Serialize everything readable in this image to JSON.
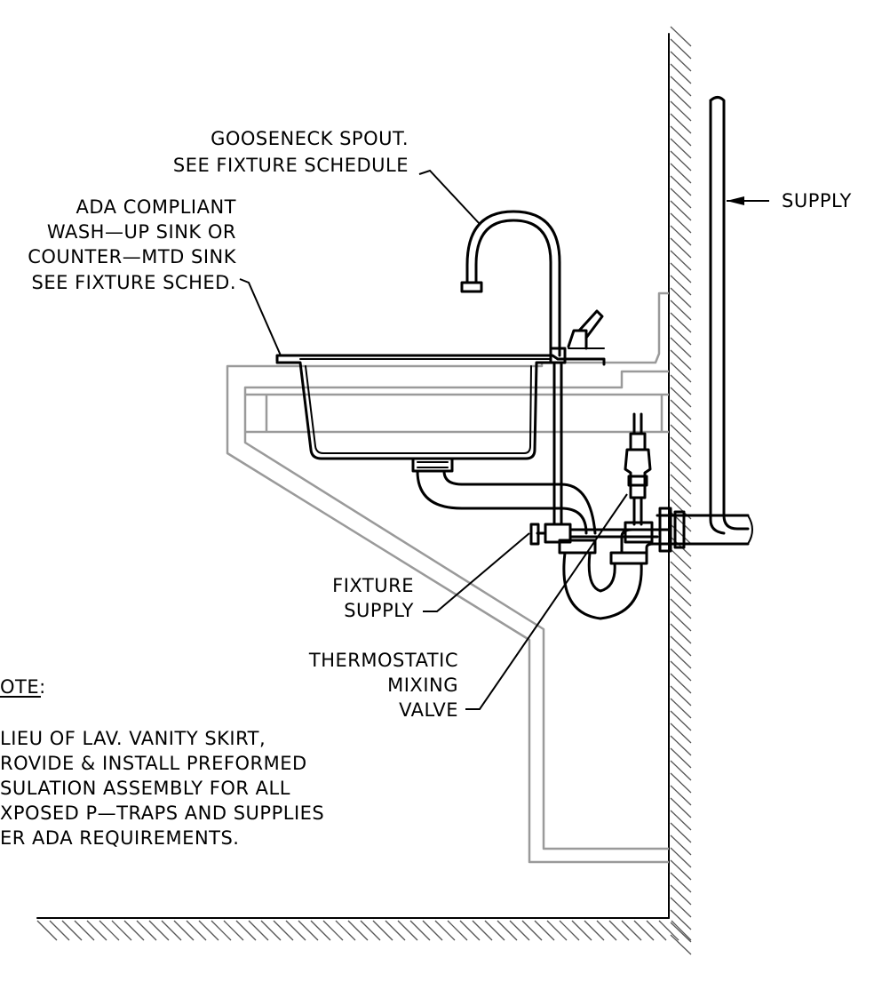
{
  "labels": {
    "gooseneck_line1": "GOOSENECK SPOUT.",
    "gooseneck_line2": "SEE FIXTURE SCHEDULE",
    "sink_line1": "ADA COMPLIANT",
    "sink_line2": "WASH—UP SINK OR",
    "sink_line3": "COUNTER—MTD SINK",
    "sink_line4": "SEE FIXTURE SCHED.",
    "supply": "SUPPLY",
    "fixture_supply_line1": "FIXTURE",
    "fixture_supply_line2": "SUPPLY",
    "tmv_line1": "THERMOSTATIC",
    "tmv_line2": "MIXING",
    "tmv_line3": "VALVE"
  },
  "note": {
    "title": "OTE:",
    "line1": "LIEU OF LAV. VANITY SKIRT,",
    "line2": "ROVIDE & INSTALL PREFORMED",
    "line3": "SULATION ASSEMBLY FOR ALL",
    "line4": "XPOSED P—TRAPS AND SUPPLIES",
    "line5": "ER ADA REQUIREMENTS."
  },
  "colors": {
    "linework": "#000000",
    "counter_outline": "#9a9a9a",
    "hatch": "#555555",
    "background": "#ffffff"
  }
}
